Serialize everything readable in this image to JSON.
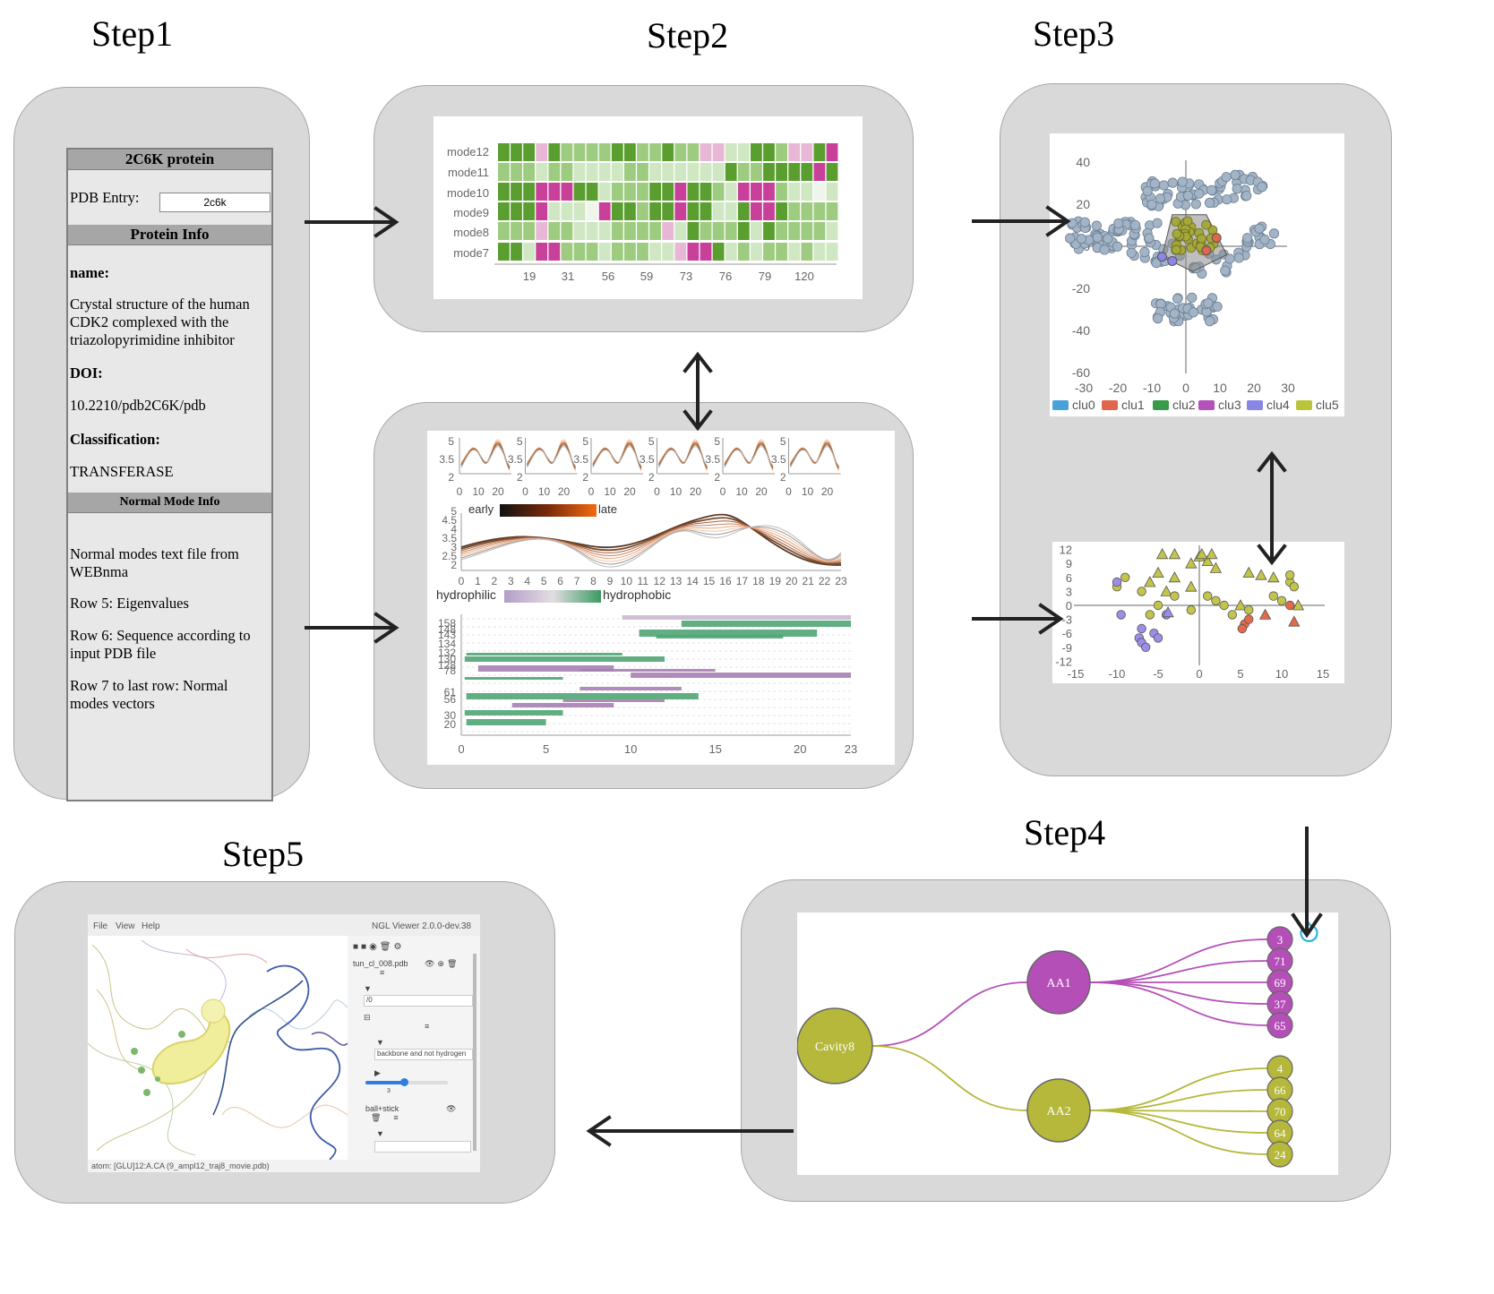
{
  "steps": {
    "step1": "Step1",
    "step2": "Step2",
    "step3": "Step3",
    "step4": "Step4",
    "step5": "Step5"
  },
  "step1": {
    "protein_header": "2C6K protein",
    "pdb_label": "PDB Entry:",
    "pdb_value": "2c6k",
    "protein_info_header": "Protein Info",
    "name_label": "name:",
    "name_lines": [
      "Crystal structure of the human",
      "CDK2 complexed with the",
      "triazolopyrimidine inhibitor"
    ],
    "doi_label": "DOI:",
    "doi_value": "10.2210/pdb2C6K/pdb",
    "class_label": "Classification:",
    "class_value": "TRANSFERASE",
    "nm_header": "Normal Mode Info",
    "nm_lines": [
      "Normal modes text file from",
      "WEBnma",
      "Row 5: Eigenvalues",
      "Row 6: Sequence according to",
      "input PDB file",
      "Row 7 to last row: Normal",
      "modes vectors"
    ]
  },
  "step2_heatmap": {
    "rows": [
      "mode12",
      "mode11",
      "mode10",
      "mode9",
      "mode8",
      "mode7"
    ],
    "xticks": [
      "19",
      "31",
      "56",
      "59",
      "73",
      "76",
      "79",
      "120"
    ],
    "colors": {
      "dark_green": "#5a9e2f",
      "mid_green": "#9dcb7f",
      "light_green": "#cfe7c2",
      "pale": "#eef5ea",
      "pink": "#e8b7d6",
      "magenta": "#c8409a"
    }
  },
  "step2_lines": {
    "small_axis_top": "5",
    "small_axis_mid": "3.5",
    "small_axis_bot": "2",
    "small_xticks": [
      "0",
      "10",
      "20"
    ],
    "legend_early": "early",
    "legend_late": "late",
    "yticks": [
      "5",
      "4.5",
      "4",
      "3.5",
      "3",
      "2.5",
      "2"
    ],
    "xticks": [
      "0",
      "1",
      "2",
      "3",
      "4",
      "5",
      "6",
      "7",
      "8",
      "9",
      "10",
      "11",
      "12",
      "13",
      "14",
      "15",
      "16",
      "17",
      "18",
      "19",
      "20",
      "21",
      "22",
      "23"
    ],
    "hydro_left": "hydrophilic",
    "hydro_right": "hydrophobic",
    "bar_yticks": [
      "158",
      "148",
      "143",
      "134",
      "132",
      "130",
      "128",
      "78",
      "61",
      "56",
      "30",
      "20"
    ],
    "bar_xticks": [
      "0",
      "5",
      "10",
      "15",
      "20",
      "23"
    ]
  },
  "chart_data": {
    "type": "scatter",
    "yticks": [
      "40",
      "20",
      "0",
      "-20",
      "-40",
      "-60"
    ],
    "xticks": [
      "-30",
      "-20",
      "-10",
      "0",
      "10",
      "20",
      "30"
    ],
    "legend": [
      {
        "name": "clu0",
        "color": "#4aa3d8"
      },
      {
        "name": "clu1",
        "color": "#e0654a"
      },
      {
        "name": "clu2",
        "color": "#3a9a4a"
      },
      {
        "name": "clu3",
        "color": "#b352b8"
      },
      {
        "name": "clu4",
        "color": "#8a86e6"
      },
      {
        "name": "clu5",
        "color": "#b8c43a"
      }
    ]
  },
  "step3_scatter2": {
    "yticks": [
      "12",
      "9",
      "6",
      "3",
      "0",
      "-3",
      "-6",
      "-9",
      "-12"
    ],
    "xticks": [
      "-15",
      "-10",
      "-5",
      "0",
      "5",
      "10",
      "15"
    ]
  },
  "step4_tree": {
    "root": "Cavity8",
    "aa1": "AA1",
    "aa2": "AA2",
    "aa1_children": [
      "3",
      "71",
      "69",
      "37",
      "65"
    ],
    "aa2_children": [
      "4",
      "66",
      "70",
      "64",
      "24"
    ],
    "colors": {
      "cavity": "#b5b83a",
      "aa1": "#b54fb8",
      "aa2": "#b5b83a"
    }
  },
  "step5_viewer": {
    "menu": [
      "File",
      "View",
      "Help"
    ],
    "version": "NGL Viewer 2.0.0-dev.38",
    "file": "tun_cl_008.pdb",
    "sele_value": "/0",
    "filter_value": "backbone and not hydrogen",
    "slider_value": "3",
    "rep": "ball+stick",
    "status": "atom: [GLU]12:A.CA (9_ampl12_traj8_movie.pdb)"
  }
}
